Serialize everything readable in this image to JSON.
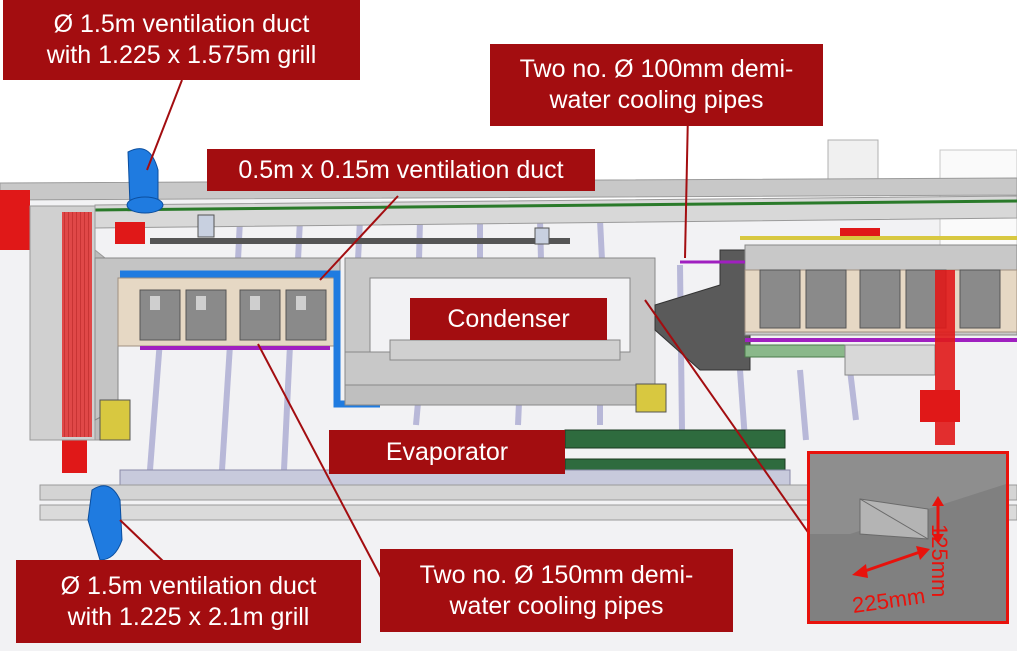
{
  "callouts": {
    "vent_top": "Ø 1.5m ventilation duct\nwith 1.225 x 1.575m grill",
    "pipes_100": "Two no. Ø 100mm demi-\nwater cooling pipes",
    "duct_small": "0.5m x 0.15m ventilation duct",
    "condenser": "Condenser",
    "evaporator": "Evaporator",
    "vent_bottom": "Ø 1.5m ventilation duct\nwith 1.225 x 2.1m grill",
    "pipes_150": "Two no. Ø 150mm demi-\nwater cooling pipes"
  },
  "inset": {
    "height_label": "125mm",
    "width_label": "225mm"
  },
  "colors": {
    "callout_bg": "#a30d10",
    "accent_red": "#e8120c",
    "duct_blue": "#1f7be0",
    "pipe_purple": "#a020c0",
    "green_rail": "#2a7a2a"
  }
}
